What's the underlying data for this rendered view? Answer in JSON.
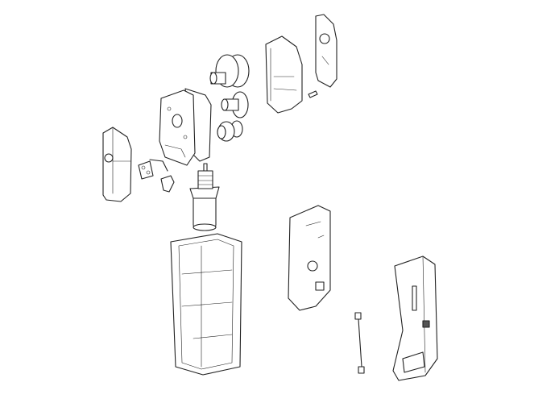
{
  "diagram": {
    "type": "exploded-view line drawing",
    "background": "#ffffff",
    "line_color": "#222222",
    "parts": [
      "left-cover",
      "gear-plate",
      "drive-gear",
      "intermediate-gear",
      "pinion-gear",
      "gear-housing",
      "right-cover",
      "screw",
      "terminal-block",
      "release-knob",
      "motor",
      "base-tray",
      "control-board",
      "cable",
      "front-cover"
    ]
  }
}
